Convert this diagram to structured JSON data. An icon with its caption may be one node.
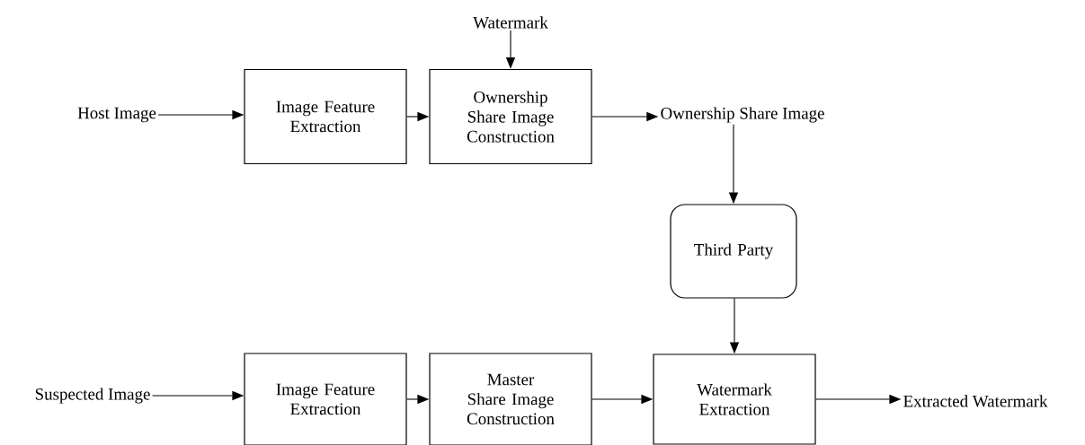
{
  "diagram": {
    "nodes": [
      {
        "text": [
          "Host Image"
        ]
      },
      {
        "text": [
          "Image Feature Extraction"
        ]
      },
      {
        "text": [
          "Ownership Share Image Construction"
        ]
      },
      {
        "text": [
          "Watermark"
        ]
      },
      {
        "text": [
          "Ownership Share Image"
        ]
      },
      {
        "text": [
          "Third Party"
        ]
      },
      {
        "text": [
          "Suspected Image"
        ]
      },
      {
        "text": [
          "Image Feature Extraction"
        ]
      },
      {
        "text": [
          "Master Share Image Construction"
        ]
      },
      {
        "text": [
          "Watermark Extraction"
        ]
      },
      {
        "text": [
          "Extracted Watermark"
        ]
      }
    ],
    "edges": [
      {
        "from": 0,
        "to": 1,
        "arrow": "to"
      },
      {
        "from": 1,
        "to": 2,
        "arrow": "to"
      },
      {
        "from": 3,
        "to": 2,
        "arrow": "to"
      },
      {
        "from": 2,
        "to": 4,
        "arrow": "to"
      },
      {
        "from": 4,
        "to": 5,
        "arrow": "to"
      },
      {
        "from": 5,
        "to": 9,
        "arrow": "to"
      },
      {
        "from": 6,
        "to": 7,
        "arrow": "to"
      },
      {
        "from": 7,
        "to": 8,
        "arrow": "to"
      },
      {
        "from": 8,
        "to": 9,
        "arrow": "to"
      },
      {
        "from": 9,
        "to": 10,
        "arrow": "to"
      }
    ]
  }
}
